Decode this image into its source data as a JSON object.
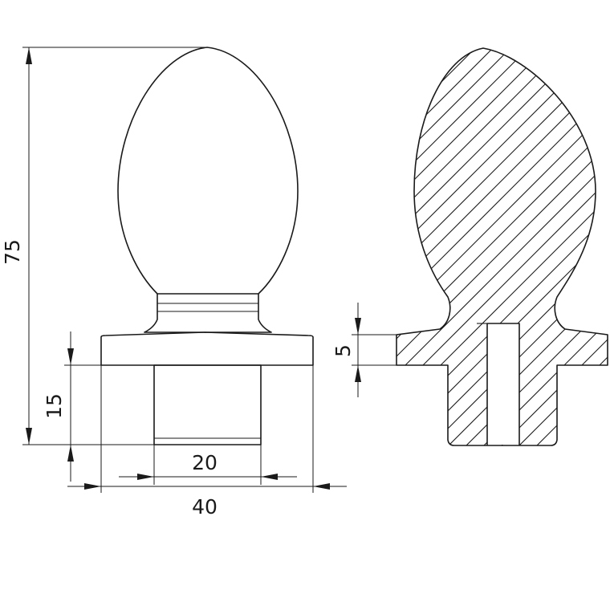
{
  "drawing": {
    "views": [
      "front-elevation",
      "cross-section"
    ],
    "colors": {
      "line": "#1a1a1a",
      "background": "#ffffff"
    },
    "dimensions": {
      "overall_height": "75",
      "spigot_height": "15",
      "spigot_width": "20",
      "flange_width": "40",
      "flange_thickness": "5"
    }
  }
}
